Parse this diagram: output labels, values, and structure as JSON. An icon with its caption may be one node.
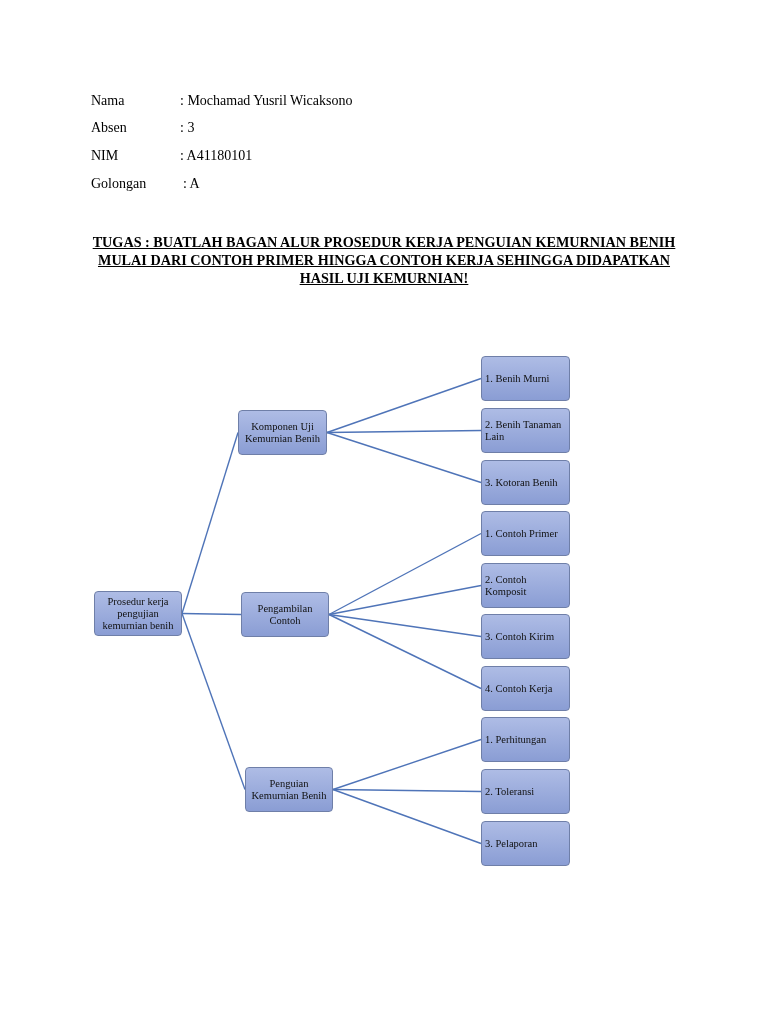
{
  "diagram": {
    "title": "TUGAS : BUATLAH BAGAN ALUR PROSEDUR KERJA PENGUIAN KEMURNIAN BENIH MULAI DARI CONTOH PRIMER HINGGA CONTOH KERJA SEHINGGA DIDAPATKAN HASIL UJI KEMURNIAN!",
    "nodes": [
      {
        "text": [
          "Prosedur kerja pengujian kemurnian benih"
        ]
      },
      {
        "text": [
          "Komponen Uji Kemurnian Benih"
        ]
      },
      {
        "text": [
          "1. Benih Murni"
        ]
      },
      {
        "text": [
          "2. Benih Tanaman Lain"
        ]
      },
      {
        "text": [
          "3. Kotoran Benih"
        ]
      },
      {
        "text": [
          "Pengambilan Contoh"
        ]
      },
      {
        "text": [
          "1. Contoh Primer"
        ]
      },
      {
        "text": [
          "2. Contoh Komposit"
        ]
      },
      {
        "text": [
          "3. Contoh Kirim"
        ]
      },
      {
        "text": [
          "4. Contoh Kerja"
        ]
      },
      {
        "text": [
          "Penguian Kemurnian Benih"
        ]
      },
      {
        "text": [
          "1. Perhitungan"
        ]
      },
      {
        "text": [
          "2. Toleransi"
        ]
      },
      {
        "text": [
          "3. Pelaporan"
        ]
      }
    ],
    "edges": [
      {
        "from": 0,
        "to": 1,
        "arrow": "none"
      },
      {
        "from": 0,
        "to": 5,
        "arrow": "none"
      },
      {
        "from": 0,
        "to": 10,
        "arrow": "none"
      },
      {
        "from": 1,
        "to": 2,
        "arrow": "none"
      },
      {
        "from": 1,
        "to": 3,
        "arrow": "none"
      },
      {
        "from": 1,
        "to": 4,
        "arrow": "none"
      },
      {
        "from": 5,
        "to": 6,
        "arrow": "none"
      },
      {
        "from": 5,
        "to": 7,
        "arrow": "none"
      },
      {
        "from": 5,
        "to": 8,
        "arrow": "none"
      },
      {
        "from": 5,
        "to": 9,
        "arrow": "none"
      },
      {
        "from": 10,
        "to": 11,
        "arrow": "none"
      },
      {
        "from": 10,
        "to": 12,
        "arrow": "none"
      },
      {
        "from": 10,
        "to": 13,
        "arrow": "none"
      }
    ],
    "labels": [
      "Nama",
      ": Mochamad Yusril Wicaksono",
      "Absen",
      ": 3",
      "NIM",
      ": A41180101",
      "Golongan",
      ": A"
    ]
  }
}
